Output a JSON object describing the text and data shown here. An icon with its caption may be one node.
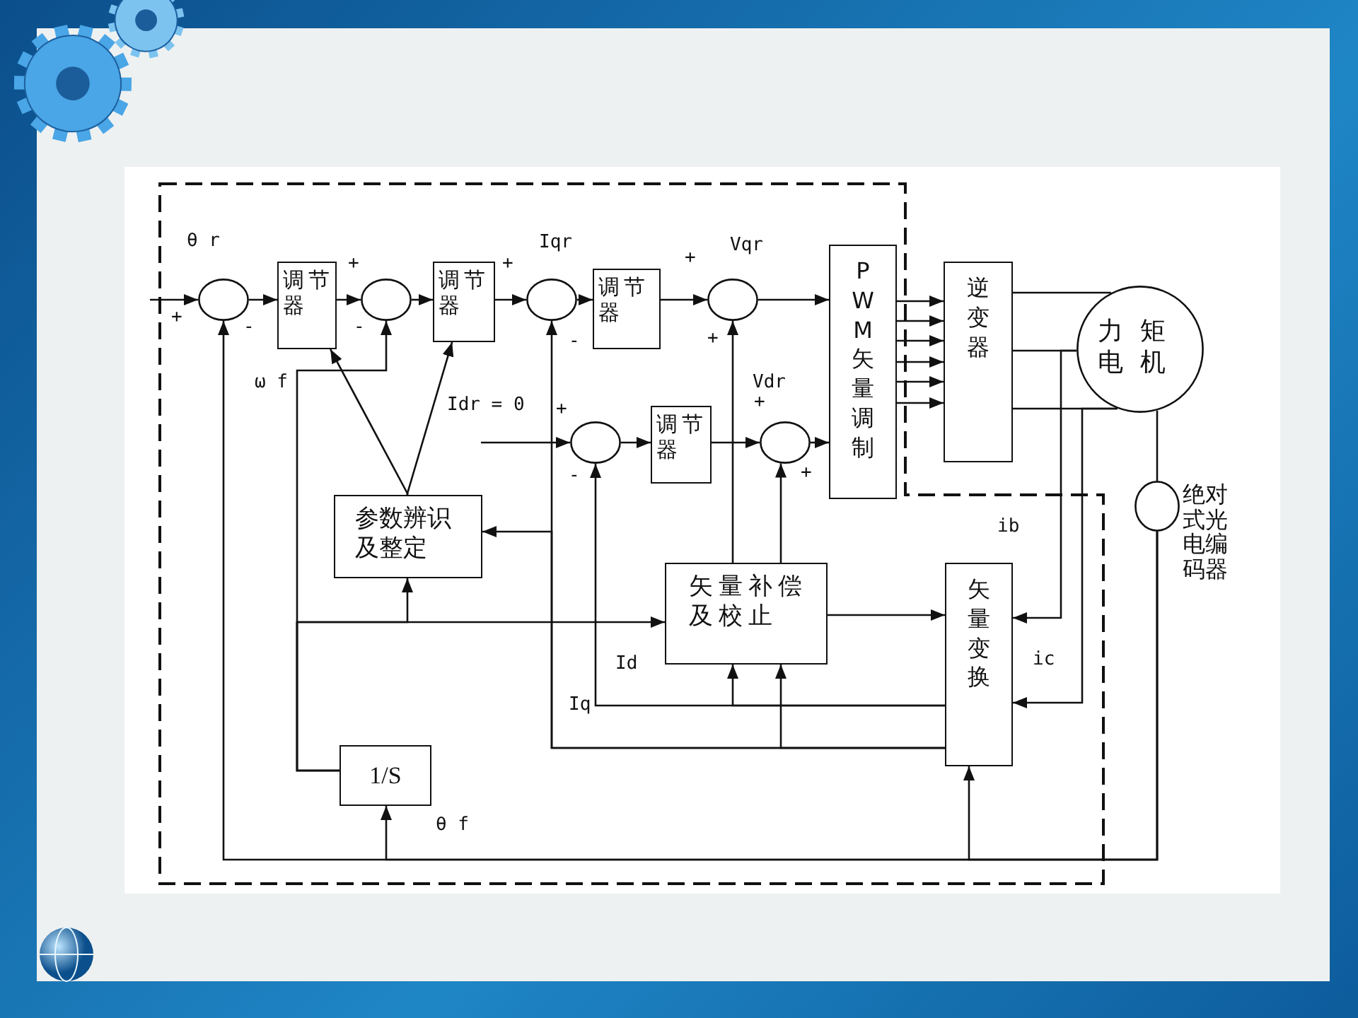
{
  "diagram": {
    "nodes": [
      {
        "text": [],
        "shape": "circle"
      },
      {
        "text": [
          "调节器"
        ]
      },
      {
        "text": [],
        "shape": "circle"
      },
      {
        "text": [
          "调节器"
        ]
      },
      {
        "text": [],
        "shape": "circle"
      },
      {
        "text": [
          "调节器"
        ]
      },
      {
        "text": [],
        "shape": "circle"
      },
      {
        "text": [
          "PWM矢量调制"
        ]
      },
      {
        "text": [
          "逆变器"
        ]
      },
      {
        "text": [
          "力矩电机"
        ]
      },
      {
        "text": [],
        "shape": "circle",
        "beside": [
          "绝对式光电编码器"
        ]
      },
      {
        "text": [],
        "shape": "circle"
      },
      {
        "text": [
          "调节器"
        ]
      },
      {
        "text": [],
        "shape": "circle"
      },
      {
        "text": [
          "参数辨识及整定"
        ]
      },
      {
        "text": [
          "矢量补偿及校止"
        ]
      },
      {
        "text": [
          "矢量变换"
        ]
      },
      {
        "text": [
          "1/S"
        ]
      }
    ],
    "edges": [
      {
        "from": null,
        "to": 0,
        "arrow": "to"
      },
      {
        "from": 0,
        "to": 1,
        "arrow": "to"
      },
      {
        "from": 1,
        "to": 2,
        "arrow": "to"
      },
      {
        "from": 2,
        "to": 3,
        "arrow": "to"
      },
      {
        "from": 3,
        "to": 4,
        "arrow": "to"
      },
      {
        "from": 4,
        "to": 5,
        "arrow": "to"
      },
      {
        "from": 5,
        "to": 6,
        "arrow": "to"
      },
      {
        "from": 6,
        "to": 7,
        "arrow": "to"
      },
      {
        "from": 7,
        "to": 8,
        "arrow": "to"
      },
      {
        "from": 7,
        "to": 8,
        "arrow": "to"
      },
      {
        "from": 7,
        "to": 8,
        "arrow": "to"
      },
      {
        "from": 7,
        "to": 8,
        "arrow": "to"
      },
      {
        "from": 7,
        "to": 8,
        "arrow": "to"
      },
      {
        "from": 7,
        "to": 8,
        "arrow": "to"
      },
      {
        "from": 8,
        "to": 9,
        "arrow": "none"
      },
      {
        "from": 8,
        "to": 9,
        "arrow": "none"
      },
      {
        "from": 8,
        "to": 9,
        "arrow": "none"
      },
      {
        "from": 9,
        "to": 10,
        "arrow": "none"
      },
      {
        "from": 10,
        "to": 0,
        "arrow": "to"
      },
      {
        "from": 10,
        "to": 17,
        "arrow": "to"
      },
      {
        "from": 10,
        "to": 16,
        "arrow": "to"
      },
      {
        "from": 9,
        "to": 16,
        "arrow": "to"
      },
      {
        "from": 9,
        "to": 16,
        "arrow": "to"
      },
      {
        "from": 17,
        "to": 2,
        "arrow": "to"
      },
      {
        "from": 17,
        "to": 14,
        "arrow": "to"
      },
      {
        "from": 17,
        "to": 15,
        "arrow": "to"
      },
      {
        "from": 14,
        "to": 1,
        "arrow": "to"
      },
      {
        "from": 14,
        "to": 3,
        "arrow": "to"
      },
      {
        "from": null,
        "to": 11,
        "arrow": "to"
      },
      {
        "from": 11,
        "to": 12,
        "arrow": "to"
      },
      {
        "from": 12,
        "to": 13,
        "arrow": "to"
      },
      {
        "from": 13,
        "to": 7,
        "arrow": "to"
      },
      {
        "from": 15,
        "to": 6,
        "arrow": "to"
      },
      {
        "from": 15,
        "to": 13,
        "arrow": "to"
      },
      {
        "from": 15,
        "to": 16,
        "arrow": "to"
      },
      {
        "from": 16,
        "to": 11,
        "arrow": "to"
      },
      {
        "from": 16,
        "to": 15,
        "arrow": "to"
      },
      {
        "from": 16,
        "to": 4,
        "arrow": "to"
      },
      {
        "from": 16,
        "to": 14,
        "arrow": "to"
      },
      {
        "from": 16,
        "to": 15,
        "arrow": "to"
      }
    ],
    "labels": [
      "θ r",
      "+",
      "-",
      "+",
      "-",
      "ω f",
      "Iqr",
      "+",
      "-",
      "+",
      "Vqr",
      "+",
      "Vdr",
      "+",
      "Idr = 0",
      "+",
      "+",
      "-",
      "ib",
      "Id",
      "ic",
      "Iq",
      "θ f"
    ]
  }
}
